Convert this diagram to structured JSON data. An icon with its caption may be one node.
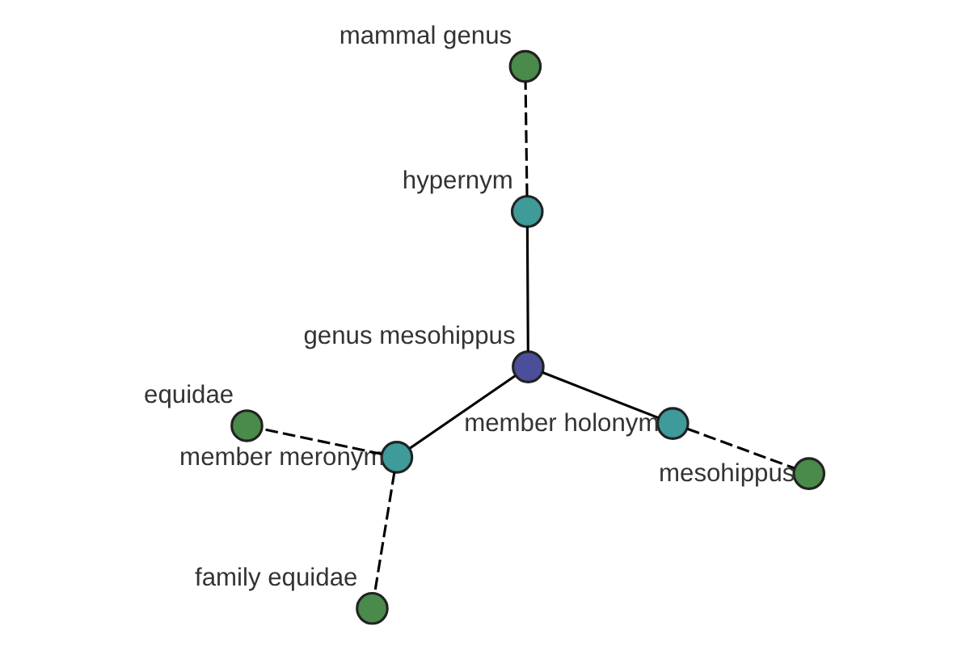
{
  "diagram": {
    "nodes": [
      {
        "text": [
          "mammal genus"
        ]
      },
      {
        "text": [
          "hypernym"
        ]
      },
      {
        "text": [
          "family equidae"
        ]
      },
      {
        "text": [
          "genus mesohippus"
        ]
      },
      {
        "text": [
          "member meronym"
        ]
      },
      {
        "text": [
          "equidae"
        ]
      },
      {
        "text": [
          "member holonym"
        ]
      },
      {
        "text": [
          "mesohippus"
        ]
      }
    ],
    "edges": [
      {
        "from": 3,
        "to": 1,
        "arrow": "none"
      },
      {
        "from": 1,
        "to": 0,
        "arrow": "none",
        "style": "dashed"
      },
      {
        "from": 3,
        "to": 4,
        "arrow": "none"
      },
      {
        "from": 4,
        "to": 2,
        "arrow": "none",
        "style": "dashed"
      },
      {
        "from": 4,
        "to": 5,
        "arrow": "none",
        "style": "dashed"
      },
      {
        "from": 3,
        "to": 6,
        "arrow": "none"
      },
      {
        "from": 6,
        "to": 7,
        "arrow": "none",
        "style": "dashed"
      }
    ]
  }
}
